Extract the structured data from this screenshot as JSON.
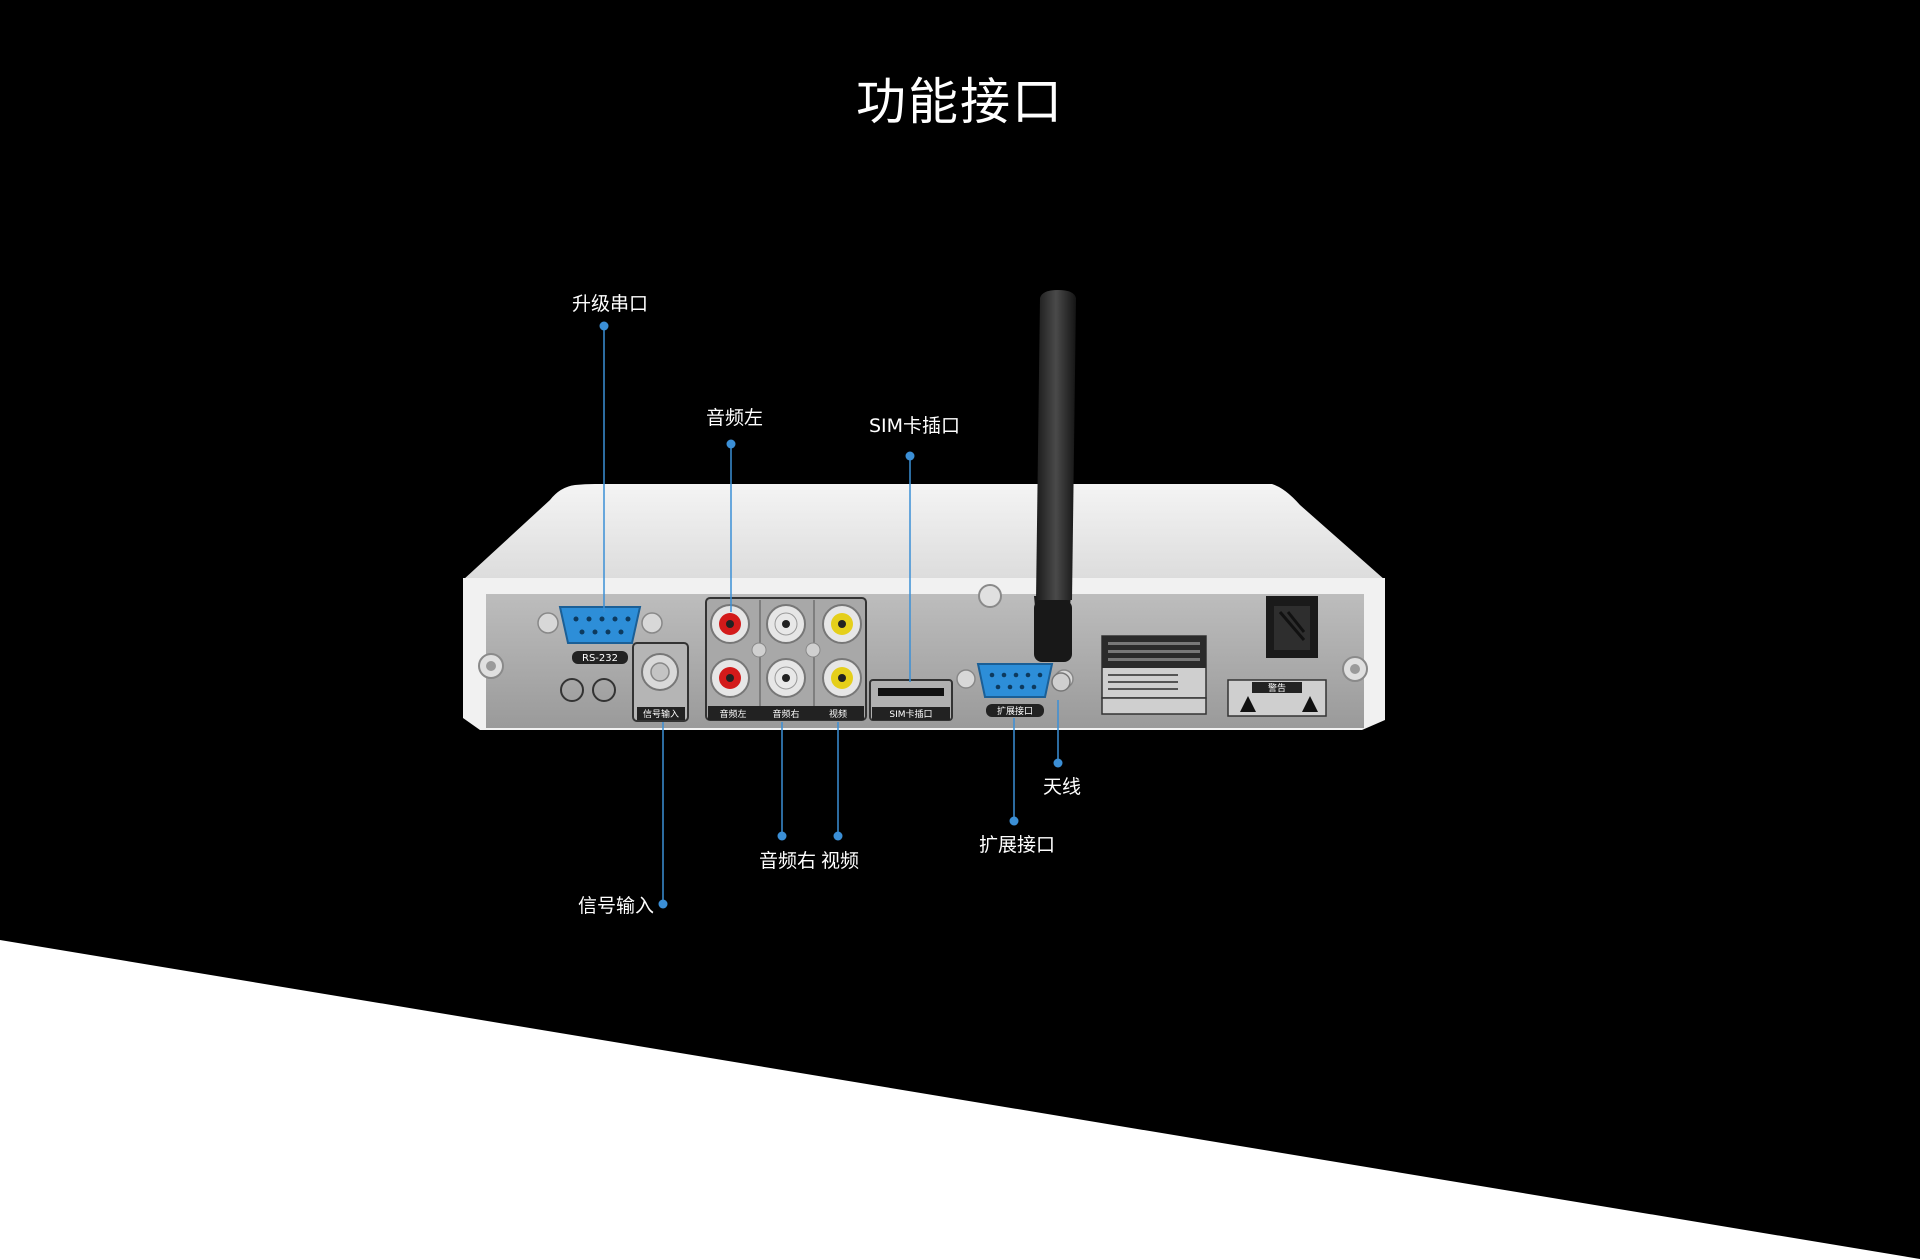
{
  "title": "功能接口",
  "callouts": {
    "upgrade_serial": "升级串口",
    "audio_left": "音频左",
    "sim_slot": "SIM卡插口",
    "antenna": "天线",
    "expansion": "扩展接口",
    "audio_right": "音频右",
    "video": "视频",
    "signal_input": "信号输入"
  },
  "panel_labels": {
    "rs232": "RS-232",
    "signal_input": "信号输入",
    "audio_left": "音频左",
    "audio_right": "音频右",
    "video": "视频",
    "sim_slot": "SIM卡插口",
    "expansion": "扩展接口",
    "warning": "警告"
  },
  "colors": {
    "background": "#000000",
    "callout_dot": "#3b8fd6",
    "callout_line": "#3b8fd6",
    "rca_red": "#d31a1a",
    "rca_white": "#e8e8e8",
    "rca_yellow": "#e5cf1a",
    "serial_port": "#2d8ed8"
  }
}
